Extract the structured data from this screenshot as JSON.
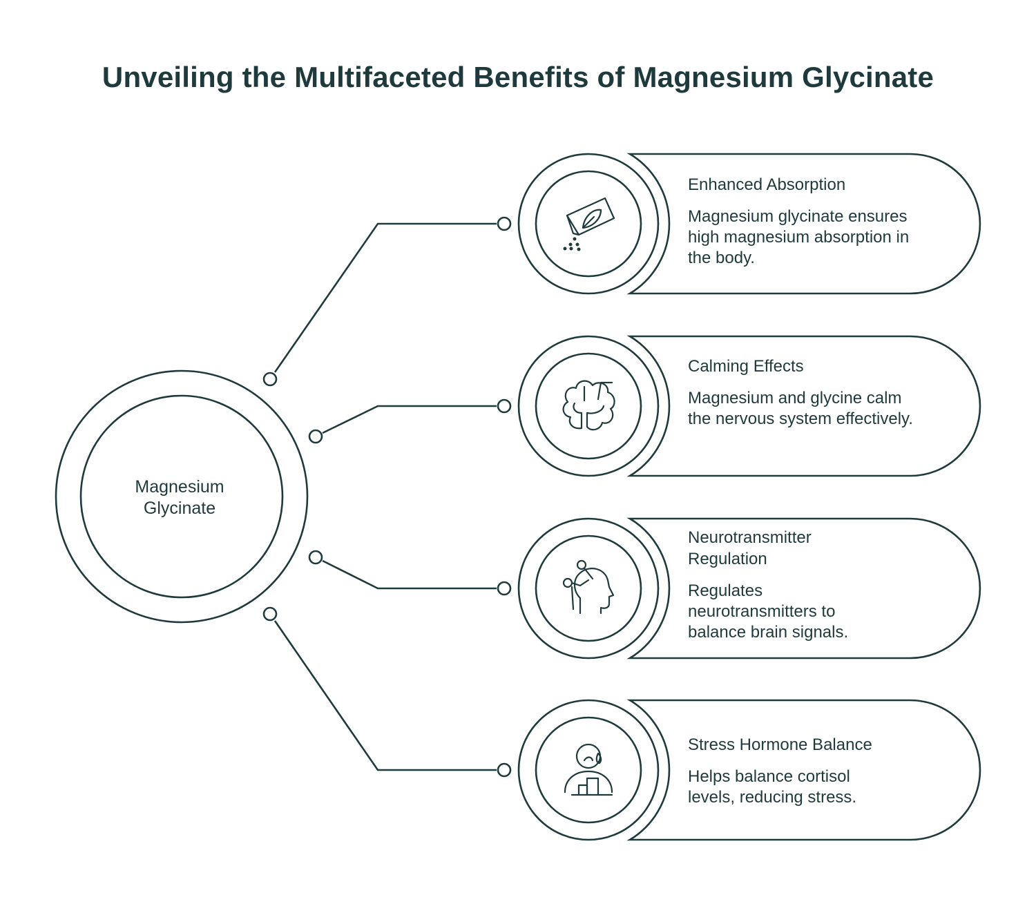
{
  "title": "Unveiling the Multifaceted Benefits of Magnesium Glycinate",
  "center": {
    "lines": [
      "Magnesium",
      "Glycinate"
    ]
  },
  "colors": {
    "stroke": "#1f3a3d",
    "background": "#ffffff"
  },
  "benefits": [
    {
      "icon": "supplement-packet-icon",
      "title": "Enhanced Absorption",
      "description": "Magnesium glycinate ensures high magnesium absorption in the body."
    },
    {
      "icon": "brain-icon",
      "title": "Calming Effects",
      "description": "Magnesium and glycine calm the nervous system effectively."
    },
    {
      "icon": "head-neurons-icon",
      "title": "Neurotransmitter Regulation",
      "description": "Regulates neurotransmitters to balance brain signals."
    },
    {
      "icon": "stressed-person-icon",
      "title": "Stress Hormone Balance",
      "description": "Helps balance cortisol levels, reducing stress."
    }
  ]
}
